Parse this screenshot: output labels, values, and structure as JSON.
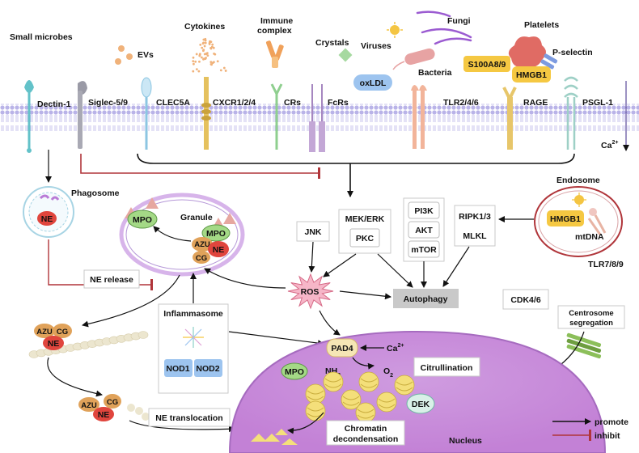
{
  "receptors": {
    "small_microbes": "Small microbes",
    "dectin1": "Dectin-1",
    "siglec": "Siglec-5/9",
    "evs": "EVs",
    "clec5a": "CLEC5A",
    "cytokines": "Cytokines",
    "cxcr": "CXCR1/2/4",
    "immune_complex_1": "Immune",
    "immune_complex_2": "complex",
    "crs": "CRs",
    "crystals": "Crystals",
    "fcrs": "FcRs",
    "viruses": "Viruses",
    "fungi": "Fungi",
    "bacteria": "Bacteria",
    "oxldl": "oxLDL",
    "tlr246": "TLR2/4/6",
    "platelets": "Platelets",
    "s100a89": "S100A8/9",
    "hmgb1": "HMGB1",
    "rage": "RAGE",
    "pselectin": "P-selectin",
    "psgl1": "PSGL-1",
    "ca2_membrane": "Ca",
    "ca2_sup": "2+"
  },
  "cytoplasm": {
    "phagosome": "Phagosome",
    "ne": "NE",
    "granule": "Granule",
    "mpo": "MPO",
    "azu": "AZU",
    "cg": "CG",
    "ne_release": "NE release",
    "jnk": "JNK",
    "mek_erk": "MEK/ERK",
    "pkc": "PKC",
    "pi3k": "PI3K",
    "akt": "AKT",
    "mtor": "mTOR",
    "ripk": "RIPK1/3",
    "mlkl": "MLKL",
    "endosome": "Endosome",
    "endosome_hmgb1": "HMGB1",
    "mtdna": "mtDNA",
    "tlr789": "TLR7/8/9",
    "ros": "ROS",
    "autophagy": "Autophagy",
    "inflammasome": "Inflammasome",
    "nod1": "NOD1",
    "nod2": "NOD2",
    "cdk46": "CDK4/6",
    "centrosome_1": "Centrosome",
    "centrosome_2": "segregation",
    "ne_translocation": "NE translocation"
  },
  "nucleus": {
    "pad4": "PAD4",
    "ca2": "Ca",
    "ca2_sup": "2+",
    "nh2": "NH",
    "nh2_sub": "2",
    "o2": "O",
    "o2_sub": "2",
    "citrullination": "Citrullination",
    "mpo": "MPO",
    "dek": "DEK",
    "chromatin_1": "Chromatin",
    "chromatin_2": "decondensation",
    "nucleus_label": "Nucleus"
  },
  "legend": {
    "promote": "promote",
    "inhibit": "inhibit"
  },
  "colors": {
    "membrane": "#b7b2e3",
    "ne_red": "#e0453d",
    "mpo_green": "#a4d986",
    "cg_orange": "#e0a25a",
    "nucleus_purple": "#c68ad9",
    "inhibit_red": "#b0353a",
    "yellow_badge": "#f5c842",
    "blue_badge": "#9dc4ef",
    "ros_pink": "#f6b6c8",
    "autophagy_gray": "#c9c9c9"
  }
}
